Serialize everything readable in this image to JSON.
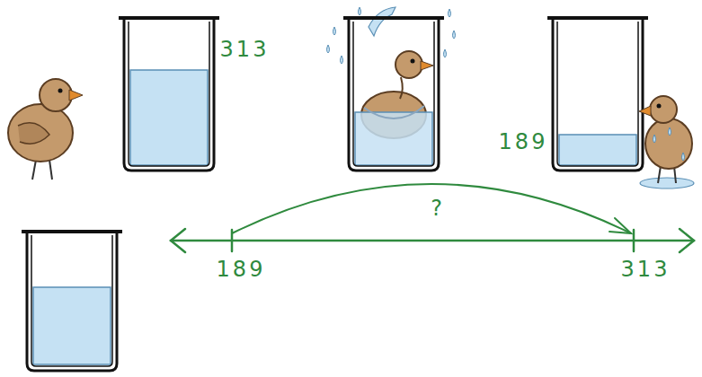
{
  "diagram": {
    "labels": [
      "313",
      "189",
      "?",
      "189",
      "313"
    ]
  }
}
